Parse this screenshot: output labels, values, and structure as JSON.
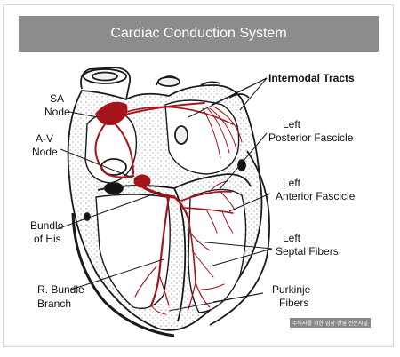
{
  "title": "Cardiac Conduction System",
  "labels": {
    "sa_node": [
      "SA",
      "Node"
    ],
    "av_node": [
      "A-V",
      "Node"
    ],
    "bundle_of_his": [
      "Bundle",
      "of His"
    ],
    "r_bundle_branch": [
      "R. Bundle",
      "Branch"
    ],
    "internodal_tracts": "Internodal Tracts",
    "left_posterior_fascicle": [
      "Left",
      "Posterior Fascicle"
    ],
    "left_anterior_fascicle": [
      "Left",
      "Anterior Fascicle"
    ],
    "left_septal_fibers": [
      "Left",
      "Septal Fibers"
    ],
    "purkinje_fibers": [
      "Purkinje",
      "Fibers"
    ]
  },
  "watermark": "수의사를 위한 임상·경영 전문저널",
  "colors": {
    "title_bar": "#8c8c8c",
    "conduction": "#a8141c",
    "outline": "#1a1a1a"
  }
}
